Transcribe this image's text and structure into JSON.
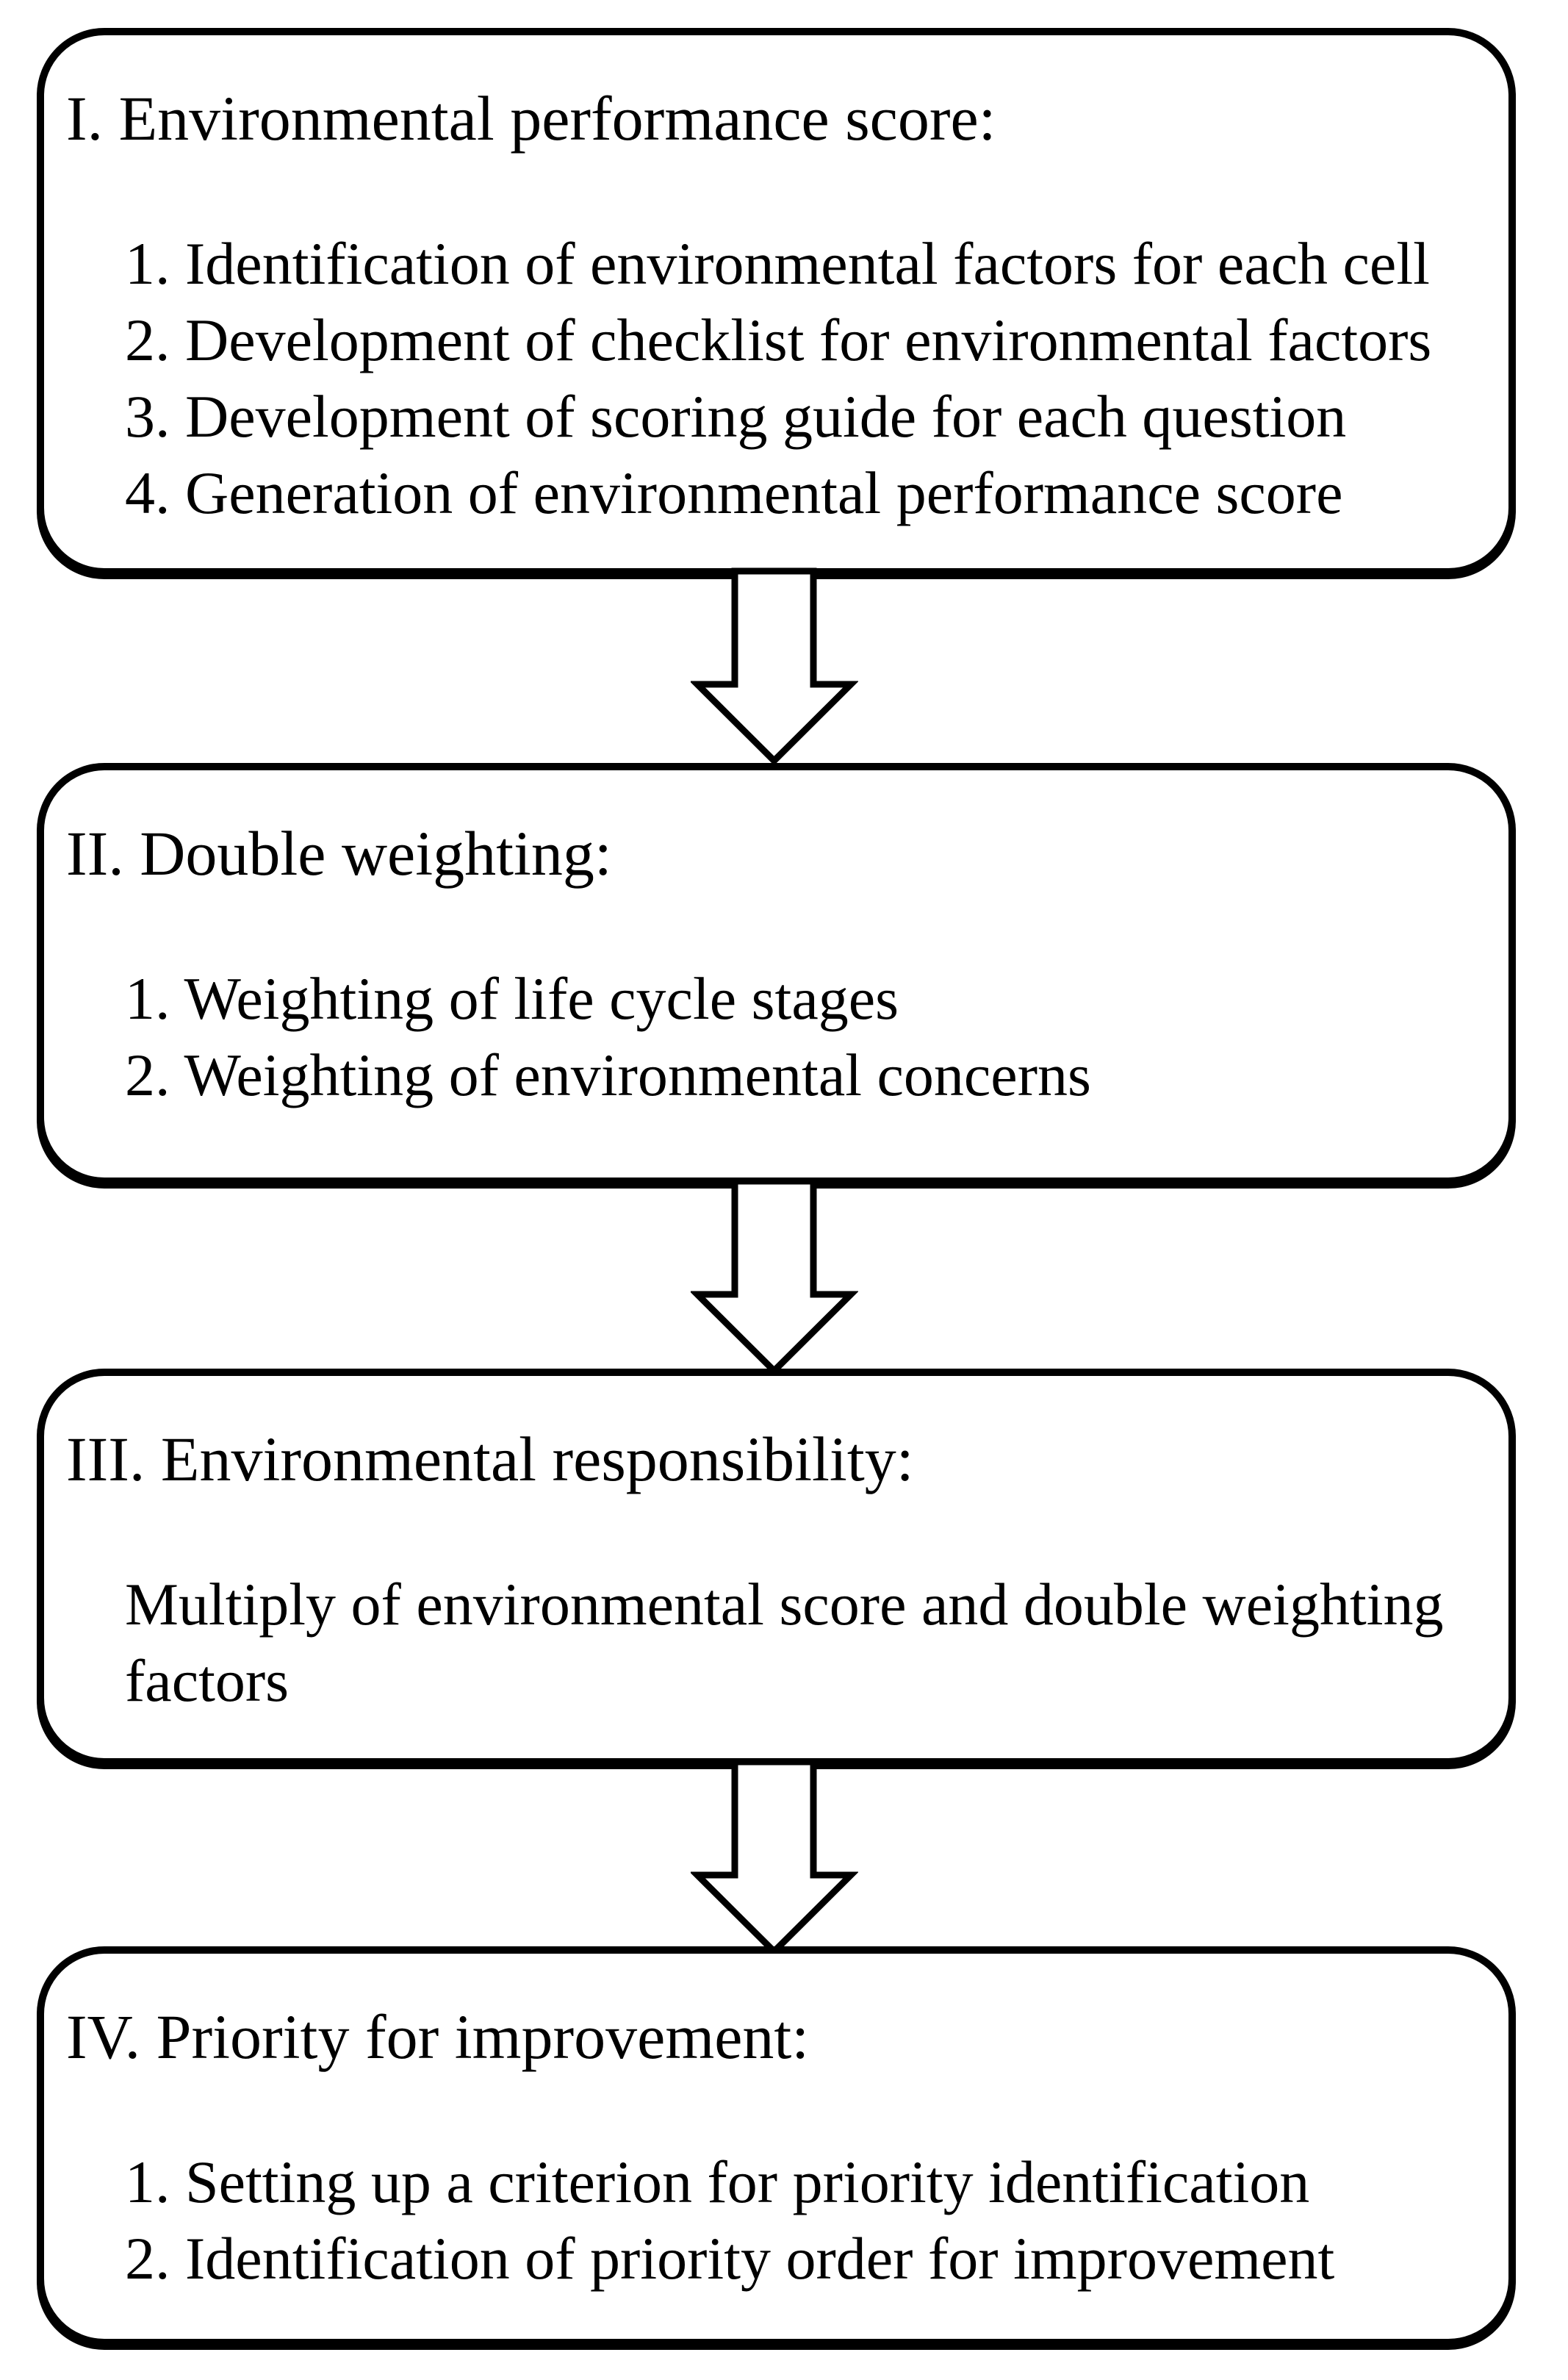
{
  "figure": {
    "type": "flowchart",
    "background_color": "#ffffff",
    "stroke_color": "#000000",
    "boxes": [
      {
        "id": "I",
        "title": "I. Environmental performance score:",
        "items": [
          "1. Identification of environmental factors for each cell",
          "2. Development of checklist for environmental factors",
          "3. Development of scoring guide for each question",
          "4. Generation of environmental performance score"
        ]
      },
      {
        "id": "II",
        "title": "II. Double weighting:",
        "items": [
          "1. Weighting of life cycle stages",
          "2. Weighting of environmental concerns"
        ]
      },
      {
        "id": "III",
        "title": "III. Environmental responsibility:",
        "items": [
          "Multiply of environmental score and double weighting factors"
        ]
      },
      {
        "id": "IV",
        "title": "IV. Priority for improvement:",
        "items": [
          "1. Setting up a criterion for priority identification",
          "2. Identification of priority order for improvement"
        ]
      }
    ],
    "arrows": [
      "down-arrow",
      "down-arrow",
      "down-arrow"
    ]
  }
}
